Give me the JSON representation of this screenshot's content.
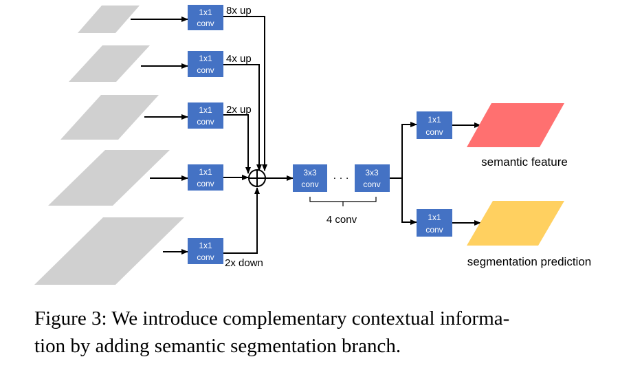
{
  "diagram": {
    "conv1x1_line1": "1x1",
    "conv_line2": "conv",
    "conv3x3_line1": "3x3",
    "edge_labels": [
      "8x up",
      "4x up",
      "2x up",
      "2x down"
    ],
    "ellipsis": "· · ·",
    "four_conv": "4 conv",
    "outputs": [
      "semantic feature",
      "segmentation prediction"
    ],
    "colors": {
      "box": "#4472c4",
      "feature_map": "#d0d0d0",
      "semantic_feature": "#ff7070",
      "segmentation_prediction": "#ffd060"
    }
  },
  "caption": {
    "line1": "Figure 3: We introduce complementary contextual informa-",
    "line2": "tion by adding semantic segmentation branch."
  }
}
